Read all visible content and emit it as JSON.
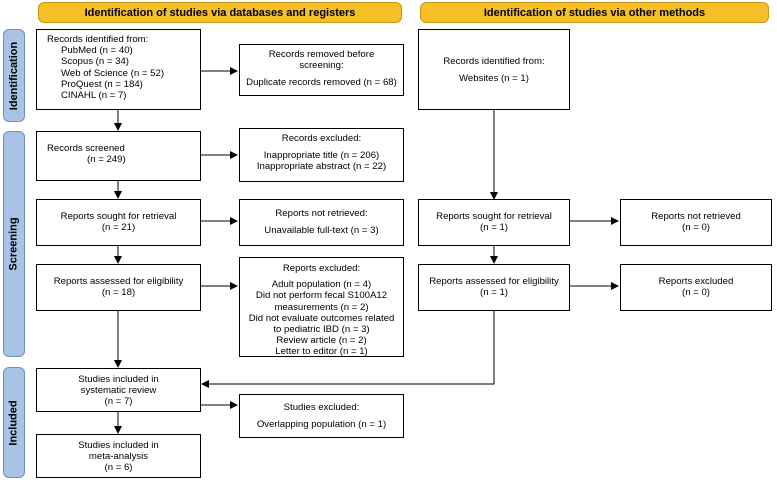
{
  "headers": {
    "databases": "Identification of studies via databases and registers",
    "other": "Identification of studies via other methods"
  },
  "phases": {
    "identification": "Identification",
    "screening": "Screening",
    "included": "Included"
  },
  "boxes": {
    "records_identified": {
      "title": "Records identified from:",
      "lines": [
        "PubMed (n = 40)",
        "Scopus (n = 34)",
        "Web of Science (n = 52)",
        "ProQuest (n = 184)",
        "CINAHL (n = 7)"
      ]
    },
    "records_removed": {
      "title_1": "Records removed before",
      "title_2": "screening:",
      "detail": "Duplicate records removed (n = 68)"
    },
    "records_screened": {
      "title": "Records screened",
      "count": "(n = 249)"
    },
    "records_excluded": {
      "title": "Records excluded:",
      "lines": [
        "Inappropriate title (n = 206)",
        "Inappropriate abstract (n = 22)"
      ]
    },
    "reports_sought": {
      "title": "Reports sought for retrieval",
      "count": "(n = 21)"
    },
    "reports_not_retrieved": {
      "title": "Reports not retrieved:",
      "detail": "Unavailable full-text (n = 3)"
    },
    "reports_assessed": {
      "title": "Reports assessed for eligibility",
      "count": "(n = 18)"
    },
    "reports_excluded": {
      "title": "Reports excluded:",
      "lines": [
        "Adult population (n = 4)",
        "Did not perform fecal S100A12",
        "measurements (n = 2)",
        "Did not evaluate outcomes related",
        "to pediatric IBD (n = 3)",
        "Review article (n = 2)",
        "Letter to editor (n = 1)"
      ]
    },
    "studies_included_sr": {
      "lines": [
        "Studies included in",
        "systematic review"
      ],
      "count": "(n = 7)"
    },
    "studies_excluded": {
      "title": "Studies excluded:",
      "detail": "Overlapping population (n = 1)"
    },
    "studies_included_ma": {
      "lines": [
        "Studies included in",
        "meta-analysis"
      ],
      "count": "(n = 6)"
    },
    "other_identified": {
      "title": "Records identified from:",
      "detail": "Websites (n = 1)"
    },
    "other_sought": {
      "title": "Reports sought for retrieval",
      "count": "(n = 1)"
    },
    "other_not_retrieved": {
      "title": "Reports not retrieved",
      "count": "(n = 0)"
    },
    "other_assessed": {
      "title": "Reports assessed for eligibility",
      "count": "(n = 1)"
    },
    "other_excluded": {
      "title": "Reports excluded",
      "count": "(n = 0)"
    }
  }
}
